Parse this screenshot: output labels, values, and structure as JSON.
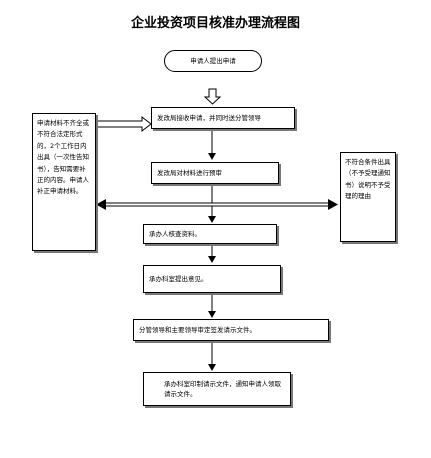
{
  "title": "企业投资项目核准办理流程图",
  "steps": [
    "申请人提出申请",
    "发改局接收申请，并同时送分管领导",
    "发改局对材料进行预审",
    "承办人核查资料。",
    "承办科室提出意见。",
    "分管领导和主要领导审定签发请示文件。",
    "承办科室印制请示文件，通知申请人领取请示文件。"
  ],
  "side_left": "申请材料不齐全或不符合法定形式的，2个工作日内出具（一次性告知书），告知需要补正的内容。申请人补正申请材料。",
  "side_right": "不符合条件出具（不予受理通知书）说明不予受理的理由"
}
